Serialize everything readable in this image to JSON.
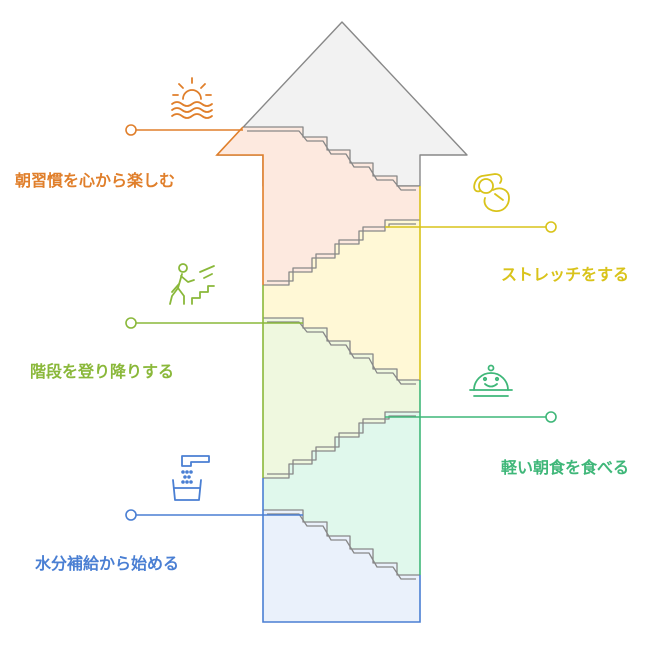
{
  "steps": [
    {
      "label": "朝習慣を心から楽しむ",
      "color": "#e07f2b",
      "fill": "#fde9df",
      "icon": "sunrise-icon",
      "side": "left"
    },
    {
      "label": "ストレッチをする",
      "color": "#d9c31a",
      "fill": "#fff8d6",
      "icon": "ok-hand-icon",
      "side": "right"
    },
    {
      "label": "階段を登り降りする",
      "color": "#8ab83a",
      "fill": "#eff8df",
      "icon": "stairs-climbing-icon",
      "side": "left"
    },
    {
      "label": "軽い朝食を食べる",
      "color": "#3fb779",
      "fill": "#e0f8ec",
      "icon": "food-dome-icon",
      "side": "right"
    },
    {
      "label": "水分補給から始める",
      "color": "#4a7fd3",
      "fill": "#eaf1fb",
      "icon": "water-tap-icon",
      "side": "left"
    }
  ],
  "arrowhead_fill": "#f2f2f2",
  "outline_color": "#888888"
}
